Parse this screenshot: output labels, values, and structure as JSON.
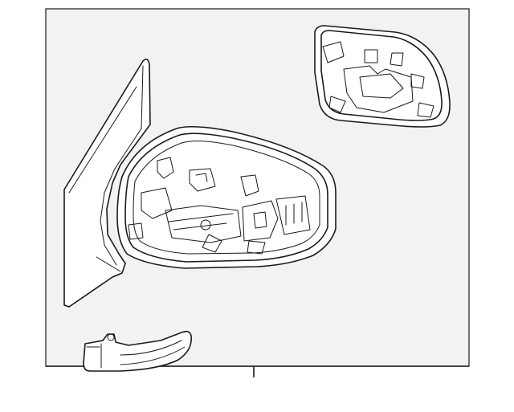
{
  "diagram": {
    "background_color": "#ffffff",
    "panel_color": "#f2f2f2",
    "line_color": "#1a1a1a",
    "parts": [
      {
        "id": "mirror-housing-assembly"
      },
      {
        "id": "mirror-glass"
      },
      {
        "id": "turn-signal-lamp"
      }
    ]
  }
}
